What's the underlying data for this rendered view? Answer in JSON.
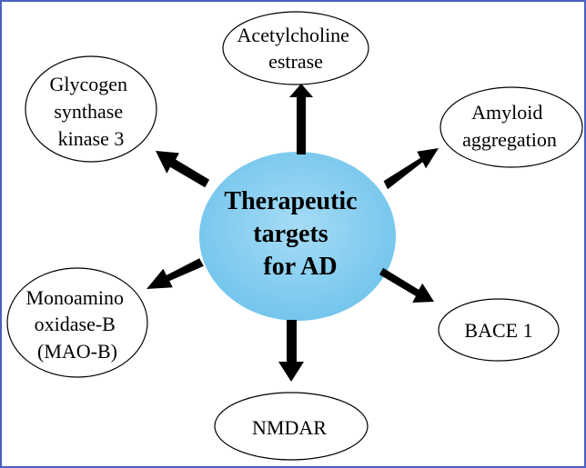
{
  "center": {
    "lines": [
      "Therapeutic",
      "targets",
      "for AD"
    ],
    "fill_color": "#7ecbef"
  },
  "frame_color": "#4a5fc1",
  "targets": [
    {
      "id": "acetylcholinesterase",
      "lines": [
        "Acetylcholine",
        "estrase"
      ]
    },
    {
      "id": "amyloid-aggregation",
      "lines": [
        "Amyloid",
        "aggregation"
      ]
    },
    {
      "id": "bace1",
      "lines": [
        "BACE 1"
      ]
    },
    {
      "id": "nmdar",
      "lines": [
        "NMDAR"
      ]
    },
    {
      "id": "mao-b",
      "lines": [
        "Monoamino",
        "oxidase-B",
        "(MAO-B)"
      ]
    },
    {
      "id": "gsk3",
      "lines": [
        "Glycogen",
        "synthase",
        "kinase 3"
      ]
    }
  ]
}
